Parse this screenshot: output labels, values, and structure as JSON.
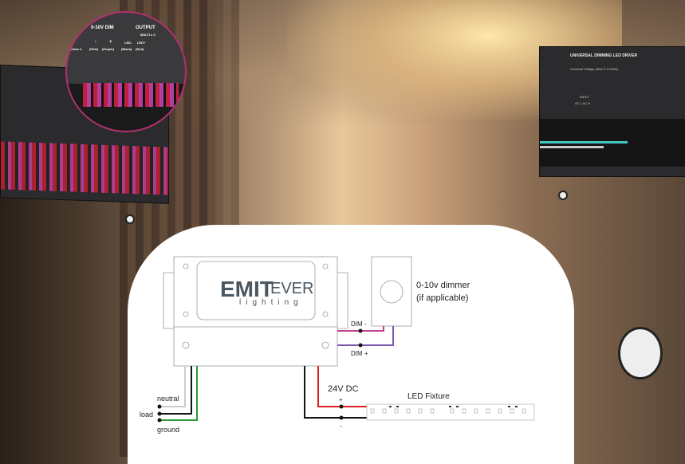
{
  "left_driver": {
    "zoom_header": "0-10V DIM",
    "zoom_output": "OUTPUT",
    "zoom_multi": "MULTI x 4",
    "zoom_class": "class 2",
    "zoom_minus": "-",
    "zoom_plus": "+",
    "zoom_led_minus": "LED-",
    "zoom_led_plus": "LED+",
    "zoom_pink": "(Pink)",
    "zoom_purple": "(Purple)",
    "zoom_black": "(Black)",
    "zoom_red": "(Red)"
  },
  "right_driver": {
    "title": "UNIVERSAL DIMMING LED DRIVER",
    "subtitle": "Constant Voltage (MULTI 4=96W)",
    "input_label": "INPUT",
    "ac_labels": "AC L   AC N"
  },
  "diagram": {
    "brand_main": "EMIT",
    "brand_sub": "EVER",
    "brand_tag": "lighting",
    "dimmer_label_1": "0-10v dimmer",
    "dimmer_label_2": "(if applicable)",
    "dim_minus": "DIM -",
    "dim_plus": "DIM +",
    "neutral": "neutral",
    "load": "load",
    "ground": "ground",
    "voltage": "24V DC",
    "plus": "+",
    "minus": "-",
    "fixture": "LED Fixture",
    "colors": {
      "dim_minus": "#c0428a",
      "dim_plus": "#7a5ab0",
      "positive": "#e02020",
      "ground": "#2a9a3a",
      "neutral": "#cccccc",
      "black": "#111111"
    }
  }
}
